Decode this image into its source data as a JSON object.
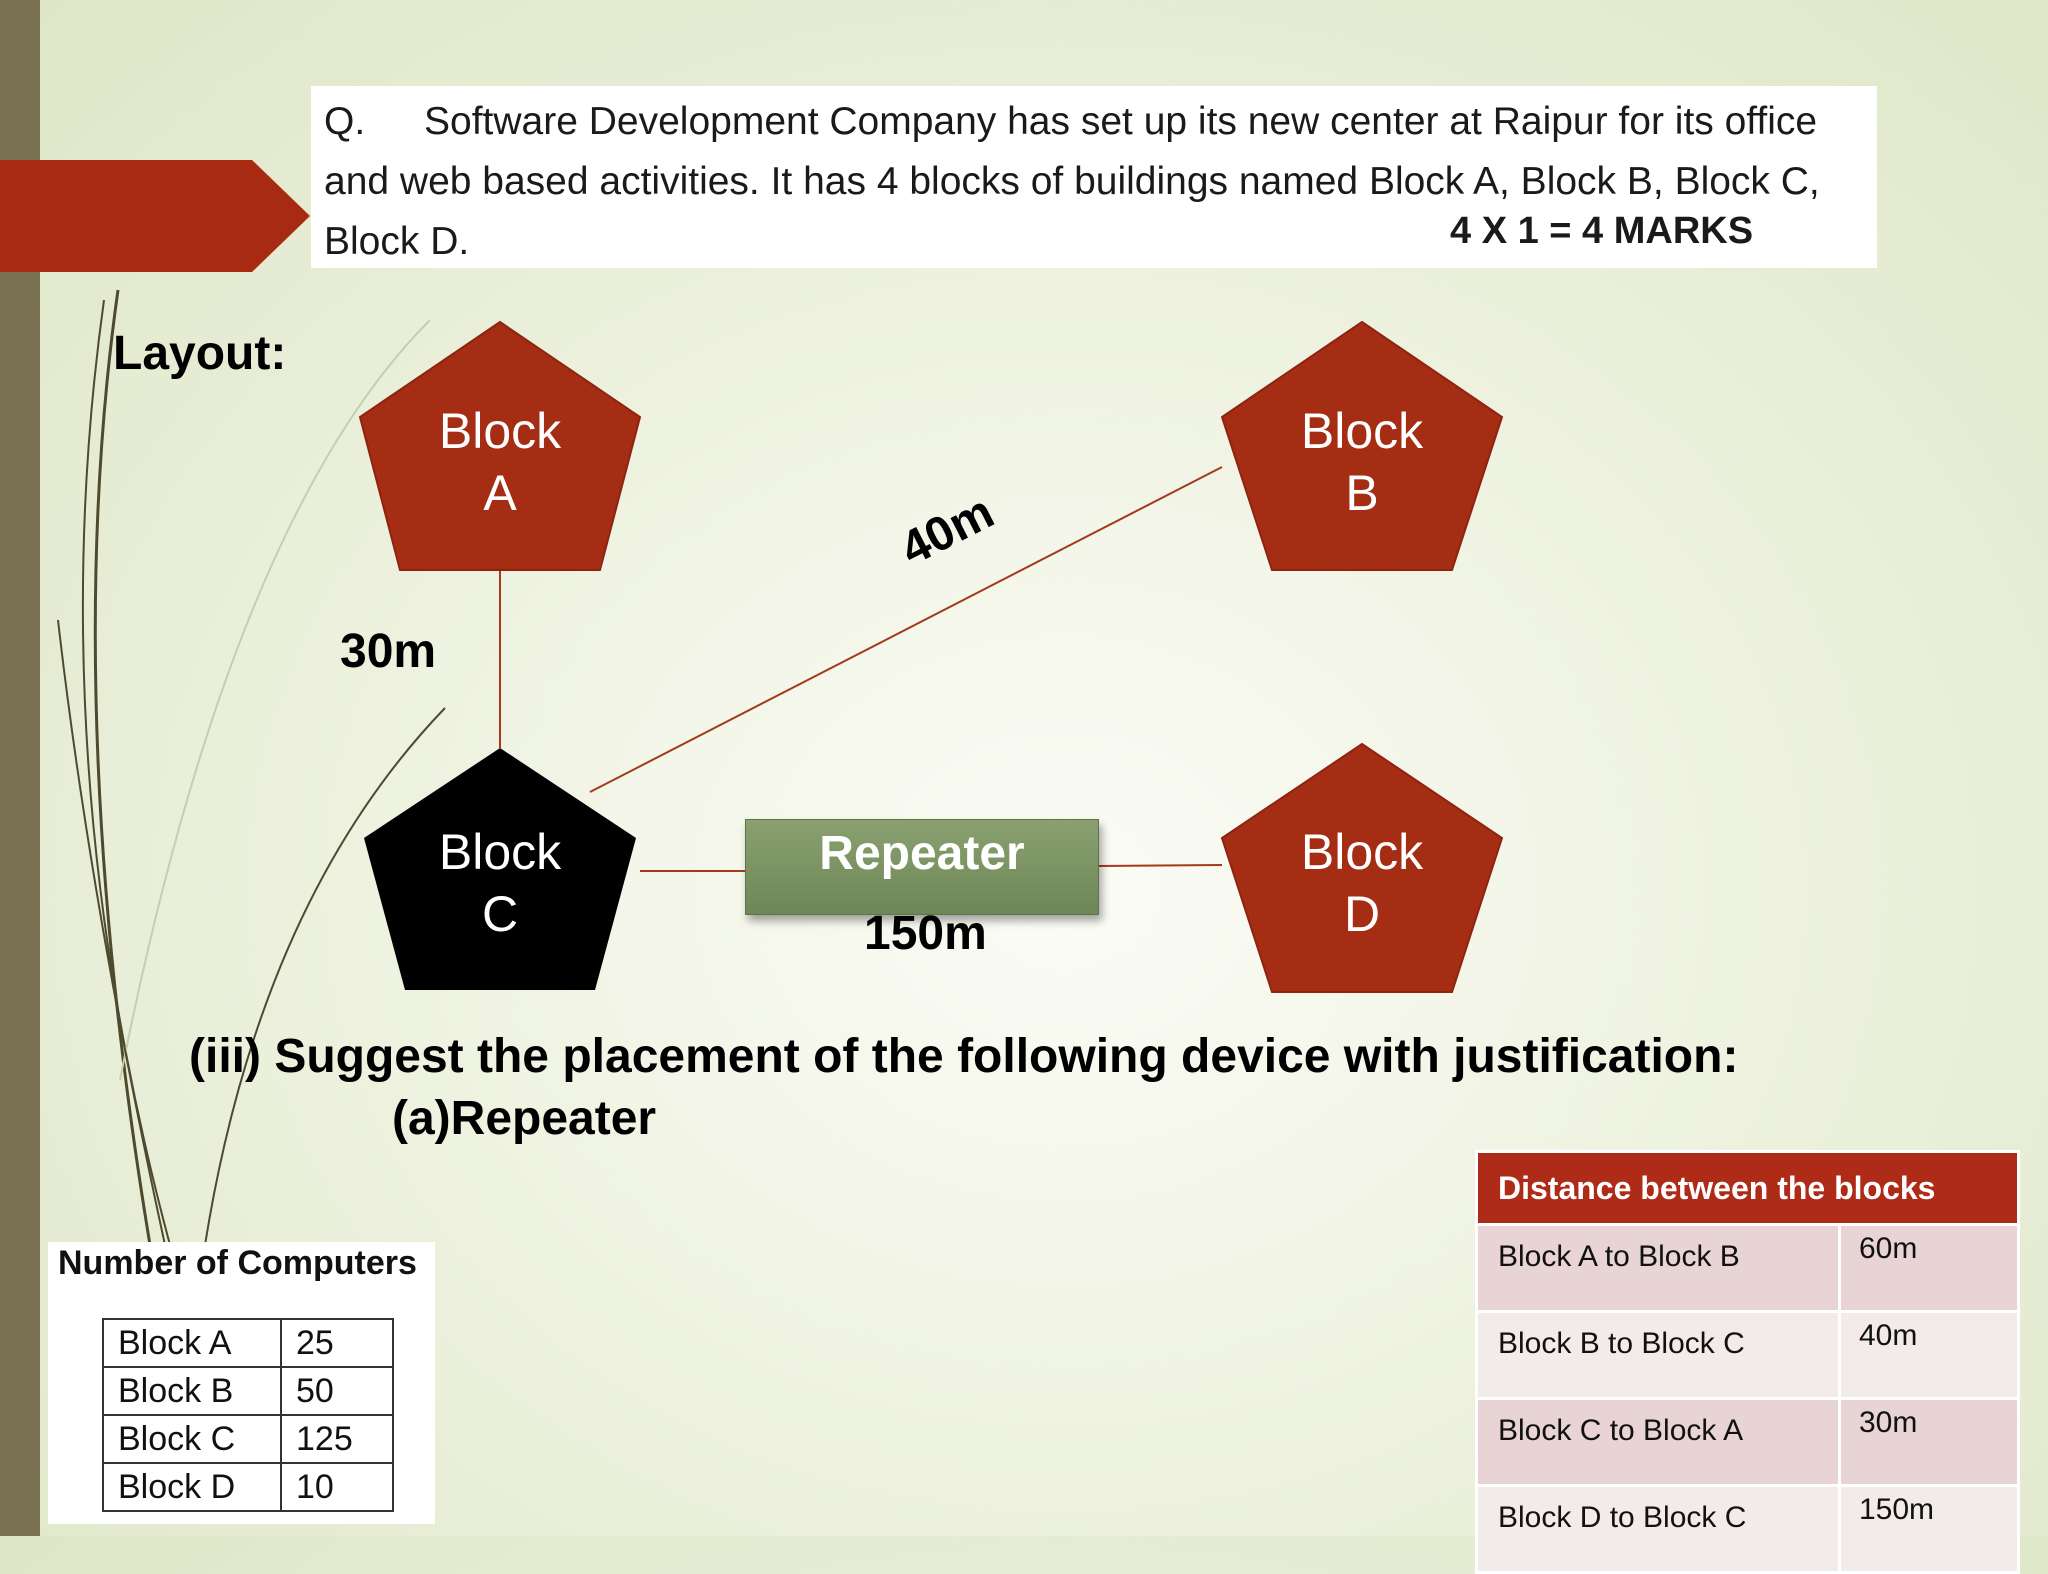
{
  "question": {
    "prefix": "Q.",
    "text": "Software Development Company has set up its new center at Raipur for its office and web based activities. It has 4 blocks of buildings named Block A, Block B, Block C, Block D.",
    "marks": "4 X 1 = 4 MARKS"
  },
  "layout_label": "Layout:",
  "blocks": [
    {
      "id": "A",
      "line1": "Block",
      "line2": "A",
      "color": "#a52d13"
    },
    {
      "id": "B",
      "line1": "Block",
      "line2": "B",
      "color": "#a52d13"
    },
    {
      "id": "C",
      "line1": "Block",
      "line2": "C",
      "color": "#000000"
    },
    {
      "id": "D",
      "line1": "Block",
      "line2": "D",
      "color": "#a52d13"
    }
  ],
  "connections": [
    {
      "from": "A",
      "to": "C",
      "label": "30m"
    },
    {
      "from": "C",
      "to": "B",
      "label": "40m"
    },
    {
      "from": "C",
      "to": "D",
      "label": "150m"
    }
  ],
  "repeater_label": "Repeater",
  "sub_question": {
    "line1": "(iii) Suggest the placement of the following device with justification:",
    "line2": "(a)Repeater"
  },
  "computers_table": {
    "title": "Number of Computers",
    "rows": [
      {
        "block": "Block A",
        "count": "25"
      },
      {
        "block": "Block B",
        "count": "50"
      },
      {
        "block": "Block C",
        "count": "125"
      },
      {
        "block": "Block D",
        "count": "10"
      }
    ]
  },
  "distance_table": {
    "title": "Distance between the blocks",
    "rows": [
      {
        "pair": "Block A to Block B",
        "distance": "60m"
      },
      {
        "pair": "Block B to Block C",
        "distance": "40m"
      },
      {
        "pair": "Block C to Block A",
        "distance": "30m"
      },
      {
        "pair": "Block D to Block C",
        "distance": "150m"
      }
    ]
  },
  "colors": {
    "accent_red": "#a62b12",
    "side_bar": "#797152",
    "repeater_green": "#7a9362",
    "line_color": "#a33a1d"
  }
}
